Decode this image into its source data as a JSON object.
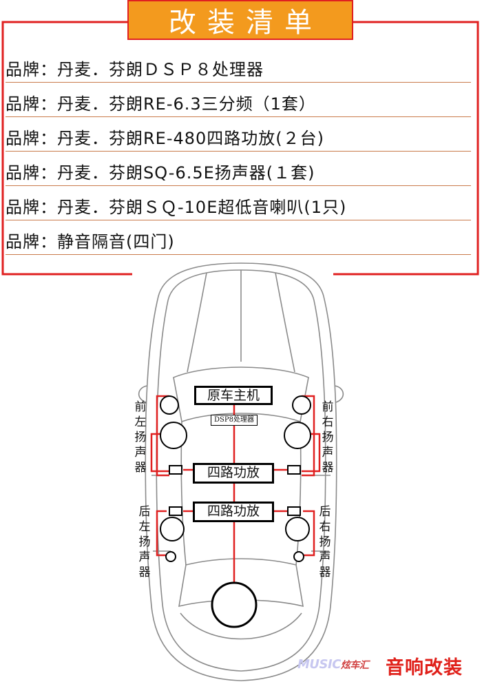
{
  "header": {
    "title": "改装清单"
  },
  "items": [
    "品牌：丹麦．芬朗ＤＳＰ８处理器",
    "品牌：丹麦．芬朗RE-6.3三分频（1套）",
    "品牌：丹麦．芬朗RE-480四路功放(２台)",
    "品牌：丹麦．芬朗SQ-6.5E扬声器(１套)",
    "品牌：丹麦．芬朗ＳＱ-10E超低音喇叭(1只)",
    "品牌：静音隔音(四门)"
  ],
  "diagram": {
    "head_unit": "原车主机",
    "dsp": "DSP8处理器",
    "amp_front": "四路功放",
    "amp_rear": "四路功放",
    "front_left": [
      "前",
      "左",
      "扬",
      "声",
      "器"
    ],
    "front_right": [
      "前",
      "右",
      "扬",
      "声",
      "器"
    ],
    "rear_left": [
      "后",
      "左",
      "扬",
      "声",
      "器"
    ],
    "rear_right": [
      "后",
      "右",
      "扬",
      "声",
      "器"
    ]
  },
  "watermark": {
    "latin": "MUSIC",
    "cn_small": "炫车汇",
    "cn_big": "音响改装"
  },
  "colors": {
    "title_bg": "#f39a1e",
    "frame": "#e02020",
    "wire": "#e02020",
    "car": "#8a8a8a"
  }
}
